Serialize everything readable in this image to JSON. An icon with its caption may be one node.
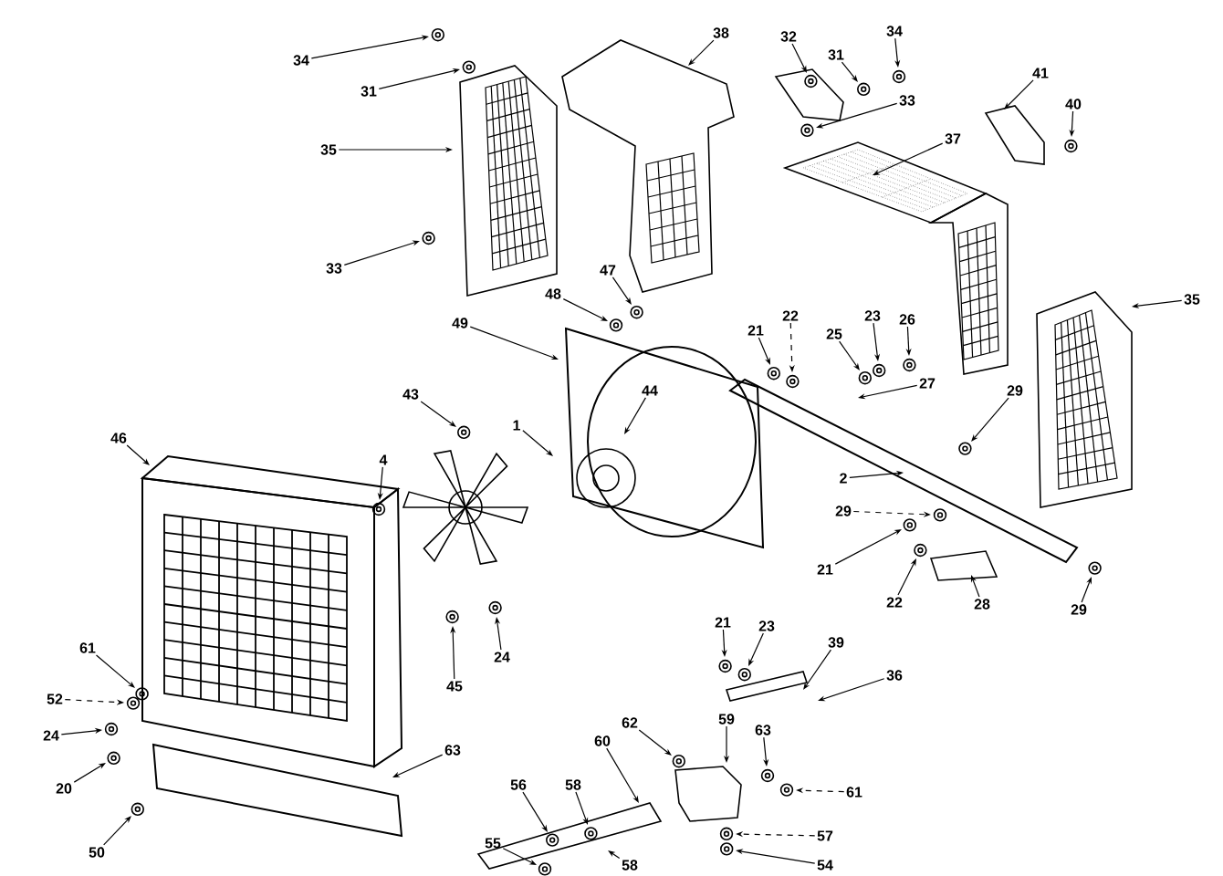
{
  "diagram": {
    "nodes": [
      {
        "text": [
          "34"
        ]
      },
      {
        "text": [
          "31"
        ]
      },
      {
        "text": [
          "35"
        ]
      },
      {
        "text": [
          "33"
        ]
      },
      {
        "text": [
          "38"
        ]
      },
      {
        "text": [
          "32"
        ]
      },
      {
        "text": [
          "31"
        ]
      },
      {
        "text": [
          "34"
        ]
      },
      {
        "text": [
          "33"
        ]
      },
      {
        "text": [
          "37"
        ]
      },
      {
        "text": [
          "41"
        ]
      },
      {
        "text": [
          "40"
        ]
      },
      {
        "text": [
          "47"
        ]
      },
      {
        "text": [
          "48"
        ]
      },
      {
        "text": [
          "35"
        ]
      },
      {
        "text": [
          "22"
        ]
      },
      {
        "text": [
          "23"
        ]
      },
      {
        "text": [
          "26"
        ]
      },
      {
        "text": [
          "49"
        ]
      },
      {
        "text": [
          "21"
        ]
      },
      {
        "text": [
          "25"
        ]
      },
      {
        "text": [
          "27"
        ]
      },
      {
        "text": [
          "29"
        ]
      },
      {
        "text": [
          "44"
        ]
      },
      {
        "text": [
          "43"
        ]
      },
      {
        "text": [
          "1"
        ]
      },
      {
        "text": [
          "46"
        ]
      },
      {
        "text": [
          "4"
        ]
      },
      {
        "text": [
          "2"
        ]
      },
      {
        "text": [
          "29"
        ]
      },
      {
        "text": [
          "21"
        ]
      },
      {
        "text": [
          "22"
        ]
      },
      {
        "text": [
          "28"
        ]
      },
      {
        "text": [
          "29"
        ]
      },
      {
        "text": [
          "21"
        ]
      },
      {
        "text": [
          "23"
        ]
      },
      {
        "text": [
          "39"
        ]
      },
      {
        "text": [
          "61"
        ]
      },
      {
        "text": [
          "24"
        ]
      },
      {
        "text": [
          "36"
        ]
      },
      {
        "text": [
          "45"
        ]
      },
      {
        "text": [
          "52"
        ]
      },
      {
        "text": [
          "62"
        ]
      },
      {
        "text": [
          "59"
        ]
      },
      {
        "text": [
          "63"
        ]
      },
      {
        "text": [
          "24"
        ]
      },
      {
        "text": [
          "63"
        ]
      },
      {
        "text": [
          "60"
        ]
      },
      {
        "text": [
          "20"
        ]
      },
      {
        "text": [
          "58"
        ]
      },
      {
        "text": [
          "61"
        ]
      },
      {
        "text": [
          "56"
        ]
      },
      {
        "text": [
          "55"
        ]
      },
      {
        "text": [
          "57"
        ]
      },
      {
        "text": [
          "50"
        ]
      },
      {
        "text": [
          "58"
        ]
      },
      {
        "text": [
          "54"
        ]
      }
    ],
    "edges": [
      {
        "from": 0,
        "to": null,
        "arrow": "to"
      },
      {
        "from": 1,
        "to": null,
        "arrow": "to"
      },
      {
        "from": 2,
        "to": null,
        "arrow": "to"
      },
      {
        "from": 3,
        "to": null,
        "arrow": "to"
      },
      {
        "from": 4,
        "to": null,
        "arrow": "to"
      },
      {
        "from": 5,
        "to": null,
        "arrow": "to"
      },
      {
        "from": 6,
        "to": null,
        "arrow": "to"
      },
      {
        "from": 7,
        "to": null,
        "arrow": "to"
      },
      {
        "from": 8,
        "to": null,
        "arrow": "to"
      },
      {
        "from": 9,
        "to": null,
        "arrow": "to"
      },
      {
        "from": 10,
        "to": null,
        "arrow": "to"
      },
      {
        "from": 11,
        "to": null,
        "arrow": "to"
      },
      {
        "from": 12,
        "to": null,
        "arrow": "to"
      },
      {
        "from": 13,
        "to": null,
        "arrow": "to"
      },
      {
        "from": 14,
        "to": null,
        "arrow": "to"
      },
      {
        "from": 15,
        "to": null,
        "arrow": "to",
        "style": "dashed"
      },
      {
        "from": 16,
        "to": null,
        "arrow": "to"
      },
      {
        "from": 17,
        "to": null,
        "arrow": "to"
      },
      {
        "from": 18,
        "to": null,
        "arrow": "to"
      },
      {
        "from": 19,
        "to": null,
        "arrow": "to"
      },
      {
        "from": 20,
        "to": null,
        "arrow": "to"
      },
      {
        "from": 21,
        "to": null,
        "arrow": "to"
      },
      {
        "from": 22,
        "to": null,
        "arrow": "to"
      },
      {
        "from": 23,
        "to": null,
        "arrow": "to"
      },
      {
        "from": 24,
        "to": null,
        "arrow": "to"
      },
      {
        "from": 25,
        "to": null,
        "arrow": "to"
      },
      {
        "from": 26,
        "to": null,
        "arrow": "to"
      },
      {
        "from": 27,
        "to": null,
        "arrow": "to"
      },
      {
        "from": 28,
        "to": null,
        "arrow": "to"
      },
      {
        "from": 29,
        "to": null,
        "arrow": "to",
        "style": "dashed"
      },
      {
        "from": 30,
        "to": null,
        "arrow": "to"
      },
      {
        "from": 31,
        "to": null,
        "arrow": "to"
      },
      {
        "from": 32,
        "to": null,
        "arrow": "to"
      },
      {
        "from": 33,
        "to": null,
        "arrow": "to"
      },
      {
        "from": 34,
        "to": null,
        "arrow": "to"
      },
      {
        "from": 35,
        "to": null,
        "arrow": "to"
      },
      {
        "from": 36,
        "to": null,
        "arrow": "to"
      },
      {
        "from": 37,
        "to": null,
        "arrow": "to"
      },
      {
        "from": 38,
        "to": null,
        "arrow": "to"
      },
      {
        "from": 39,
        "to": null,
        "arrow": "to"
      },
      {
        "from": 40,
        "to": null,
        "arrow": "to"
      },
      {
        "from": 41,
        "to": null,
        "arrow": "to",
        "style": "dashed"
      },
      {
        "from": 42,
        "to": null,
        "arrow": "to"
      },
      {
        "from": 43,
        "to": null,
        "arrow": "to"
      },
      {
        "from": 44,
        "to": null,
        "arrow": "to"
      },
      {
        "from": 45,
        "to": null,
        "arrow": "to"
      },
      {
        "from": 46,
        "to": null,
        "arrow": "to"
      },
      {
        "from": 47,
        "to": null,
        "arrow": "to"
      },
      {
        "from": 48,
        "to": null,
        "arrow": "to"
      },
      {
        "from": 49,
        "to": null,
        "arrow": "to"
      },
      {
        "from": 50,
        "to": null,
        "arrow": "to",
        "style": "dashed"
      },
      {
        "from": 51,
        "to": null,
        "arrow": "to"
      },
      {
        "from": 52,
        "to": null,
        "arrow": "to"
      },
      {
        "from": 53,
        "to": null,
        "arrow": "to",
        "style": "dashed"
      },
      {
        "from": 54,
        "to": null,
        "arrow": "to"
      },
      {
        "from": 55,
        "to": null,
        "arrow": "to"
      },
      {
        "from": 56,
        "to": null,
        "arrow": "to"
      }
    ]
  }
}
